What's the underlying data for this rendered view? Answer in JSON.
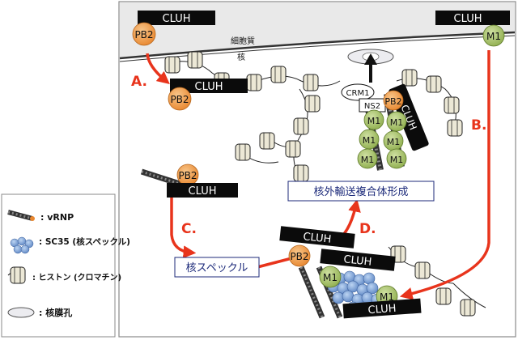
{
  "colors": {
    "cytoplasm": "#e9e9e9",
    "nucleus": "#ffffff",
    "frame": "#8a8a8a",
    "cluh": "#0b0b0b",
    "pb2": "#f2a04a",
    "m1": "#a9c46a",
    "m1_dark": "#5e7a2a",
    "arrow": "#e8341c",
    "arrow_label": "#e8341c",
    "box_text": "#1c2a7a",
    "sc35": "#7fa6d8",
    "histone": "#e3dfcc"
  },
  "labels": {
    "cytoplasm": "細胞質",
    "nucleus": "核",
    "cluh": "CLUH",
    "pb2": "PB2",
    "m1": "M1",
    "crm1": "CRM1",
    "ns2": "NS2",
    "step_a": "A.",
    "step_b": "B.",
    "step_c": "C.",
    "step_d": "D.",
    "export_complex": "核外輸送複合体形成",
    "speckle": "核スペックル"
  },
  "legend": [
    {
      "icon": "vrnp-icon",
      "text": ": vRNP"
    },
    {
      "icon": "sc35-icon",
      "text": ": SC35 (核スペックル)"
    },
    {
      "icon": "histone-icon",
      "text": ": ヒストン (クロマチン)"
    },
    {
      "icon": "nuclear-pore-icon",
      "text": ": 核膜孔"
    }
  ]
}
